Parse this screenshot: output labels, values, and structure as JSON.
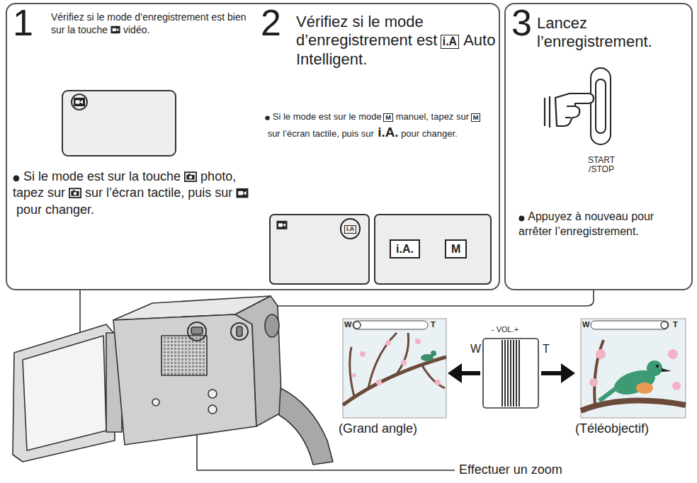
{
  "diagram": {
    "nodes": [
      {
        "text": [
          "1",
          "Vérifiez si le mode d’enregistrement est bien sur la touche",
          "vidéo.",
          "Si le mode est sur la touche",
          "photo, tapez sur",
          "sur l’écran tactile, puis sur",
          "pour changer.",
          "2",
          "Vérifiez si le mode d’enregistrement est",
          "i.A",
          "Auto Intelligent.",
          "Si le mode est sur le mode",
          "M",
          "manuel, tapez sur",
          "M",
          "sur l’écran tactile, puis sur",
          "i.A.",
          "pour changer."
        ]
      },
      {
        "text": [
          "i.A"
        ],
        "in": 0
      },
      {
        "text": [
          "i.A.",
          "M"
        ],
        "in": 0
      },
      {
        "text": [
          "3",
          "Lancez l’enregistrement.",
          "START /STOP",
          "Appuyez à nouveau pour arrêter l’enregistrement."
        ]
      }
    ],
    "labels": [
      "W",
      "T",
      "- VOL.+",
      "W",
      "T",
      "W",
      "T",
      "(Grand angle)",
      "(Téléobjectif)",
      "Effectuer un zoom"
    ]
  }
}
